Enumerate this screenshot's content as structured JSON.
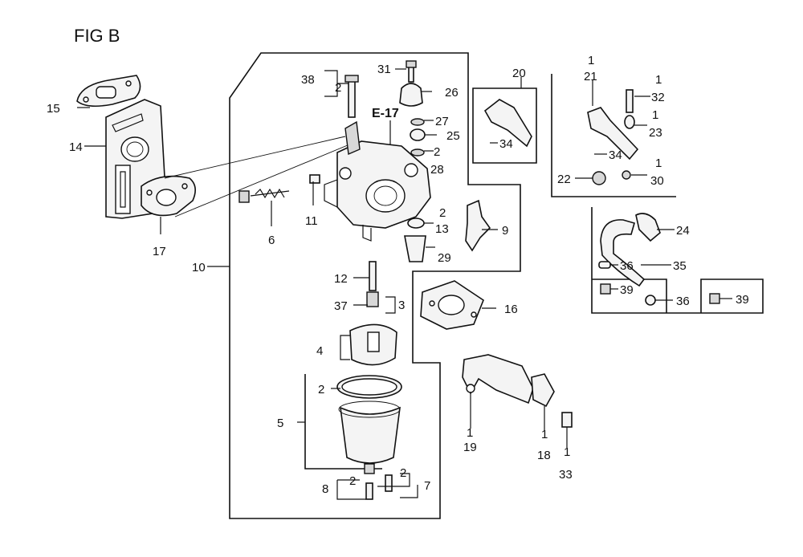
{
  "figure": {
    "title": "FIG B",
    "reference": "E-17"
  },
  "callouts": {
    "c1": "1",
    "c1b": "1",
    "c1c": "1",
    "c1d": "1",
    "c1e": "1",
    "c1f": "1",
    "c1g": "1",
    "c2a": "2",
    "c2b": "2",
    "c2c": "2",
    "c2d": "2",
    "c2e": "2",
    "c2f": "2",
    "c3": "3",
    "c4": "4",
    "c5": "5",
    "c6": "6",
    "c7": "7",
    "c8": "8",
    "c9": "9",
    "c10": "10",
    "c11": "11",
    "c12": "12",
    "c13": "13",
    "c14": "14",
    "c15": "15",
    "c16": "16",
    "c17": "17",
    "c18": "18",
    "c19": "19",
    "c20": "20",
    "c21": "21",
    "c22": "22",
    "c23": "23",
    "c24": "24",
    "c25": "25",
    "c26": "26",
    "c27": "27",
    "c28": "28",
    "c29": "29",
    "c30": "30",
    "c31": "31",
    "c32": "32",
    "c33": "33",
    "c34a": "34",
    "c34b": "34",
    "c35": "35",
    "c36a": "36",
    "c36b": "36",
    "c37": "37",
    "c38": "38",
    "c39a": "39",
    "c39b": "39"
  },
  "icons": [
    "carburetor-icon",
    "gasket-icon",
    "float-bowl-icon",
    "float-icon",
    "bracket-icon",
    "screw-icon",
    "hose-icon",
    "lever-icon"
  ]
}
